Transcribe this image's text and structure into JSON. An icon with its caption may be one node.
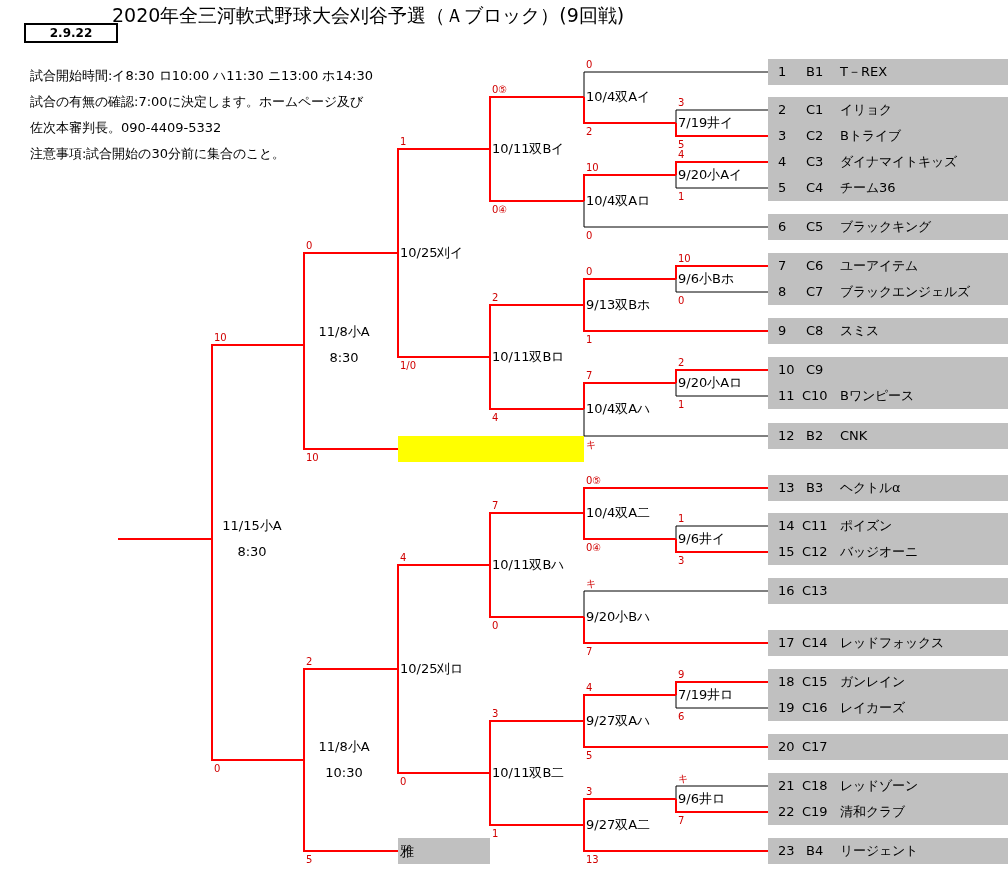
{
  "diagram": {
    "title": "2020年全三河軟式野球大会刈谷予選（Ａブロック）(9回戦)",
    "nodes": [
      {
        "text": [
          "2.9.22"
        ]
      },
      {
        "text": [
          "1",
          "B1",
          "T－REX"
        ]
      },
      {
        "text": [
          "2",
          "C1",
          "イリョク"
        ]
      },
      {
        "text": [
          "3",
          "C2",
          "Bトライブ"
        ]
      },
      {
        "text": [
          "4",
          "C3",
          "ダイナマイトキッズ"
        ]
      },
      {
        "text": [
          "5",
          "C4",
          "チーム36"
        ]
      },
      {
        "text": [
          "6",
          "C5",
          "ブラックキング"
        ]
      },
      {
        "text": [
          "7",
          "C6",
          "ユーアイテム"
        ]
      },
      {
        "text": [
          "8",
          "C7",
          "ブラックエンジェルズ"
        ]
      },
      {
        "text": [
          "9",
          "C8",
          "スミス"
        ]
      },
      {
        "text": [
          "10",
          "C9"
        ]
      },
      {
        "text": [
          "11",
          "C10",
          "Bワンピース"
        ]
      },
      {
        "text": [
          "12",
          "B2",
          "CNK"
        ]
      },
      {
        "text": [
          "13",
          "B3",
          "ヘクトルα"
        ]
      },
      {
        "text": [
          "14",
          "C11",
          "ポイズン"
        ]
      },
      {
        "text": [
          "15",
          "C12",
          "バッジオーニ"
        ]
      },
      {
        "text": [
          "16",
          "C13"
        ]
      },
      {
        "text": [
          "17",
          "C14",
          "レッドフォックス"
        ]
      },
      {
        "text": [
          "18",
          "C15",
          "ガンレイン"
        ]
      },
      {
        "text": [
          "19",
          "C16",
          "レイカーズ"
        ]
      },
      {
        "text": [
          "20",
          "C17"
        ]
      },
      {
        "text": [
          "21",
          "C18",
          "レッドゾーン"
        ]
      },
      {
        "text": [
          "22",
          "C19",
          "清和クラブ"
        ]
      },
      {
        "text": [
          "23",
          "B4",
          "リージェント"
        ]
      },
      {
        "text": [
          "7/19井イ"
        ]
      },
      {
        "text": [
          "9/20小Aイ"
        ]
      },
      {
        "text": [
          "9/6小Bホ"
        ]
      },
      {
        "text": [
          "9/20小Aロ"
        ]
      },
      {
        "text": [
          "9/6井イ"
        ]
      },
      {
        "text": [
          "7/19井ロ"
        ]
      },
      {
        "text": [
          "9/6井ロ"
        ]
      },
      {
        "text": [
          "10/4双Aイ"
        ]
      },
      {
        "text": [
          "10/4双Aロ"
        ]
      },
      {
        "text": [
          "9/13双Bホ"
        ]
      },
      {
        "text": [
          "10/4双Aハ"
        ]
      },
      {
        "text": [
          "10/4双A二"
        ]
      },
      {
        "text": [
          "9/20小Bハ"
        ]
      },
      {
        "text": [
          "9/27双Aハ"
        ]
      },
      {
        "text": [
          "9/27双A二"
        ]
      },
      {
        "text": [
          "10/11双Bイ"
        ]
      },
      {
        "text": [
          "10/11双Bロ"
        ]
      },
      {
        "text": [
          "10/11双Bハ"
        ]
      },
      {
        "text": [
          "10/11双B二"
        ]
      },
      {
        "text": [
          "10/25刈イ"
        ]
      },
      {
        "text": [
          "10/25刈ロ"
        ]
      },
      {
        "text": [],
        "shape": "box"
      },
      {
        "text": [
          "雅"
        ]
      },
      {
        "text": [
          "11/8小A",
          "8:30"
        ]
      },
      {
        "text": [
          "11/8小A",
          "10:30"
        ]
      },
      {
        "text": [
          "11/15小A",
          "8:30"
        ]
      }
    ],
    "edges": [
      {
        "from": 1,
        "to": 31,
        "arrow": "none",
        "label": "0",
        "color": "#000000"
      },
      {
        "from": 2,
        "to": 24,
        "arrow": "none",
        "label": "3",
        "color": "#000000"
      },
      {
        "from": 3,
        "to": 24,
        "arrow": "none",
        "label": "5"
      },
      {
        "from": 4,
        "to": 25,
        "arrow": "none",
        "label": "4"
      },
      {
        "from": 5,
        "to": 25,
        "arrow": "none",
        "label": "1",
        "color": "#000000"
      },
      {
        "from": 6,
        "to": 32,
        "arrow": "none",
        "label": "0",
        "color": "#000000"
      },
      {
        "from": 7,
        "to": 26,
        "arrow": "none",
        "label": "10"
      },
      {
        "from": 8,
        "to": 26,
        "arrow": "none",
        "label": "0",
        "color": "#000000"
      },
      {
        "from": 9,
        "to": 33,
        "arrow": "none",
        "label": "1"
      },
      {
        "from": 10,
        "to": 27,
        "arrow": "none",
        "label": "2"
      },
      {
        "from": 11,
        "to": 27,
        "arrow": "none",
        "label": "1",
        "color": "#000000"
      },
      {
        "from": 12,
        "to": 34,
        "arrow": "none",
        "label": "キ",
        "color": "#000000"
      },
      {
        "from": 13,
        "to": 35,
        "arrow": "none",
        "label": "0⑤"
      },
      {
        "from": 14,
        "to": 28,
        "arrow": "none",
        "label": "1",
        "color": "#000000"
      },
      {
        "from": 15,
        "to": 28,
        "arrow": "none",
        "label": "3"
      },
      {
        "from": 16,
        "to": 36,
        "arrow": "none",
        "label": "キ",
        "color": "#000000"
      },
      {
        "from": 17,
        "to": 36,
        "arrow": "none",
        "label": "7"
      },
      {
        "from": 18,
        "to": 29,
        "arrow": "none",
        "label": "9"
      },
      {
        "from": 19,
        "to": 29,
        "arrow": "none",
        "label": "6",
        "color": "#000000"
      },
      {
        "from": 20,
        "to": 37,
        "arrow": "none",
        "label": "5"
      },
      {
        "from": 21,
        "to": 30,
        "arrow": "none",
        "label": "キ",
        "color": "#000000"
      },
      {
        "from": 22,
        "to": 30,
        "arrow": "none",
        "label": "7"
      },
      {
        "from": 23,
        "to": 38,
        "arrow": "none",
        "label": "13"
      },
      {
        "from": 24,
        "to": 31,
        "arrow": "none",
        "label": "2"
      },
      {
        "from": 25,
        "to": 32,
        "arrow": "none",
        "label": "10"
      },
      {
        "from": 26,
        "to": 33,
        "arrow": "none",
        "label": "0"
      },
      {
        "from": 27,
        "to": 34,
        "arrow": "none",
        "label": "7"
      },
      {
        "from": 28,
        "to": 35,
        "arrow": "none",
        "label": "0④"
      },
      {
        "from": 29,
        "to": 37,
        "arrow": "none",
        "label": "4"
      },
      {
        "from": 30,
        "to": 38,
        "arrow": "none",
        "label": "3"
      },
      {
        "from": 31,
        "to": 39,
        "arrow": "none",
        "label": "0⑤"
      },
      {
        "from": 32,
        "to": 39,
        "arrow": "none",
        "label": "0④"
      },
      {
        "from": 33,
        "to": 40,
        "arrow": "none",
        "label": "2"
      },
      {
        "from": 34,
        "to": 40,
        "arrow": "none",
        "label": "4"
      },
      {
        "from": 35,
        "to": 41,
        "arrow": "none",
        "label": "7"
      },
      {
        "from": 36,
        "to": 41,
        "arrow": "none",
        "label": "0"
      },
      {
        "from": 37,
        "to": 42,
        "arrow": "none",
        "label": "3"
      },
      {
        "from": 38,
        "to": 42,
        "arrow": "none",
        "label": "1"
      },
      {
        "from": 39,
        "to": 43,
        "arrow": "none",
        "label": "1"
      },
      {
        "from": 40,
        "to": 43,
        "arrow": "none",
        "label": "1/0"
      },
      {
        "from": 41,
        "to": 44,
        "arrow": "none",
        "label": "4"
      },
      {
        "from": 42,
        "to": 44,
        "arrow": "none",
        "label": "0"
      },
      {
        "from": 43,
        "to": 47,
        "arrow": "none",
        "label": "0"
      },
      {
        "from": 45,
        "to": 47,
        "arrow": "none",
        "label": "10"
      },
      {
        "from": 44,
        "to": 48,
        "arrow": "none",
        "label": "2"
      },
      {
        "from": 46,
        "to": 48,
        "arrow": "none",
        "label": "5"
      },
      {
        "from": 47,
        "to": 49,
        "arrow": "none",
        "label": "10"
      },
      {
        "from": 48,
        "to": 49,
        "arrow": "none",
        "label": "0"
      },
      {
        "from": 49,
        "to": null,
        "arrow": "none"
      }
    ],
    "labels": [
      "試合開始時間:イ8:30 ロ10:00 ハ11:30 ニ13:00 ホ14:30",
      "試合の有無の確認:7:00に決定します。ホームページ及び佐次本審判長。090-4409-5332",
      "注意事項:試合開始の30分前に集合のこと。"
    ]
  }
}
